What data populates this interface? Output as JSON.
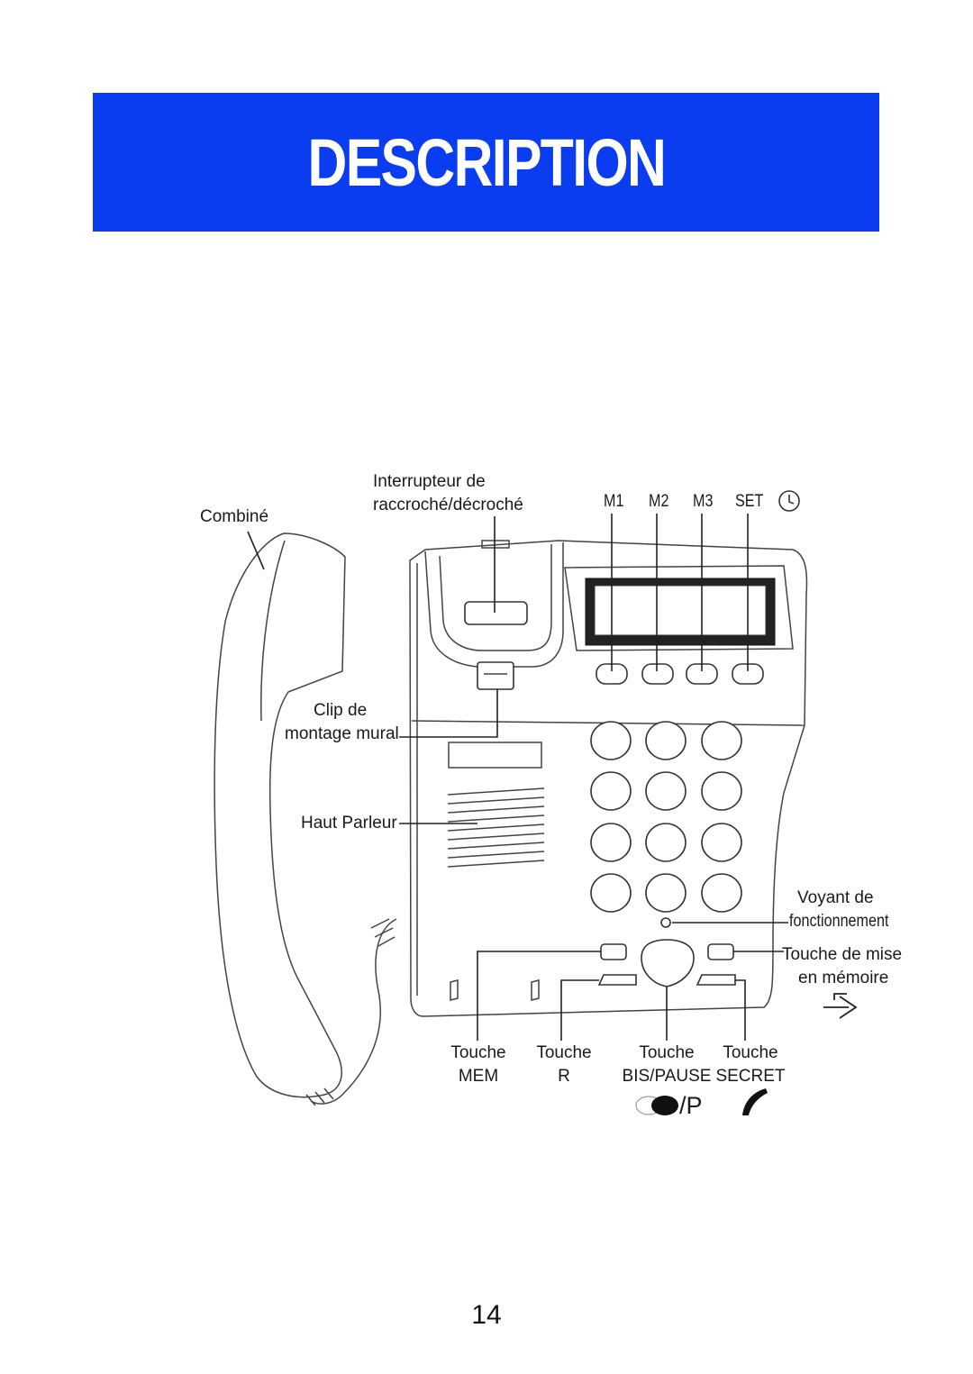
{
  "header": {
    "title": "DESCRIPTION"
  },
  "labels": {
    "combine": "Combiné",
    "interrupteur_line1": "Interrupteur de",
    "interrupteur_line2": "raccroché/décroché",
    "m1": "M1",
    "m2": "M2",
    "m3": "M3",
    "set": "SET",
    "clip_line1": "Clip de",
    "clip_line2": "montage mural",
    "haut_parleur": "Haut Parleur",
    "voyant_line1": "Voyant de",
    "voyant_line2": "fonctionnement",
    "touche_mise_line1": "Touche de mise",
    "touche_mise_line2": "en mémoire",
    "touche_mem_line1": "Touche",
    "touche_mem_line2": "MEM",
    "touche_r_line1": "Touche",
    "touche_r_line2": "R",
    "touche_bis_line1": "Touche",
    "touche_bis_line2": "BIS/PAUSE",
    "touche_secret_line1": "Touche",
    "touche_secret_line2": "SECRET",
    "bis_symbol_text": "/P"
  },
  "icons": {
    "set_icon": "clock-icon",
    "memory_icon": "arrow-into-box-icon",
    "redial_icon": "redial-pause-icon",
    "mute_icon": "handset-icon"
  },
  "footer": {
    "page_number": "14"
  },
  "colors": {
    "banner": "#0a3cf0",
    "banner_text": "#ffffff"
  }
}
